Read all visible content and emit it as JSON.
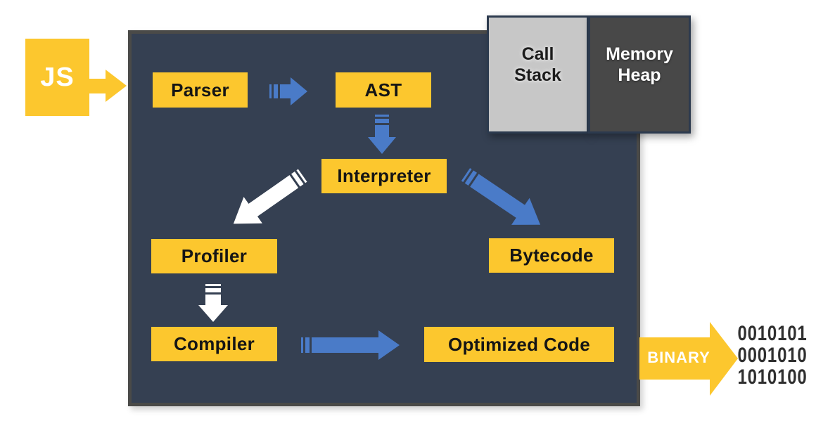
{
  "js_badge": {
    "label": "JS"
  },
  "pipeline": {
    "parser": "Parser",
    "ast": "AST",
    "interpreter": "Interpreter",
    "profiler": "Profiler",
    "bytecode": "Bytecode",
    "compiler": "Compiler",
    "optimized_code": "Optimized Code"
  },
  "memory_panel": {
    "call_stack": "Call Stack",
    "memory_heap": "Memory Heap"
  },
  "binary_output": {
    "label": "BINARY",
    "lines": [
      "0010101",
      "0001010",
      "1010100"
    ]
  },
  "colors": {
    "yellow": "#FCC72E",
    "blue": "#4A7BC8",
    "white_arrow": "#FFFFFF",
    "engine_fill": "#354052",
    "engine_border": "#4A4A48",
    "call_stack_fill": "#C7C7C7",
    "memory_heap_fill": "#484848",
    "panel_border": "#2C3A4E",
    "binary_text_color": "#2F2F2F"
  }
}
